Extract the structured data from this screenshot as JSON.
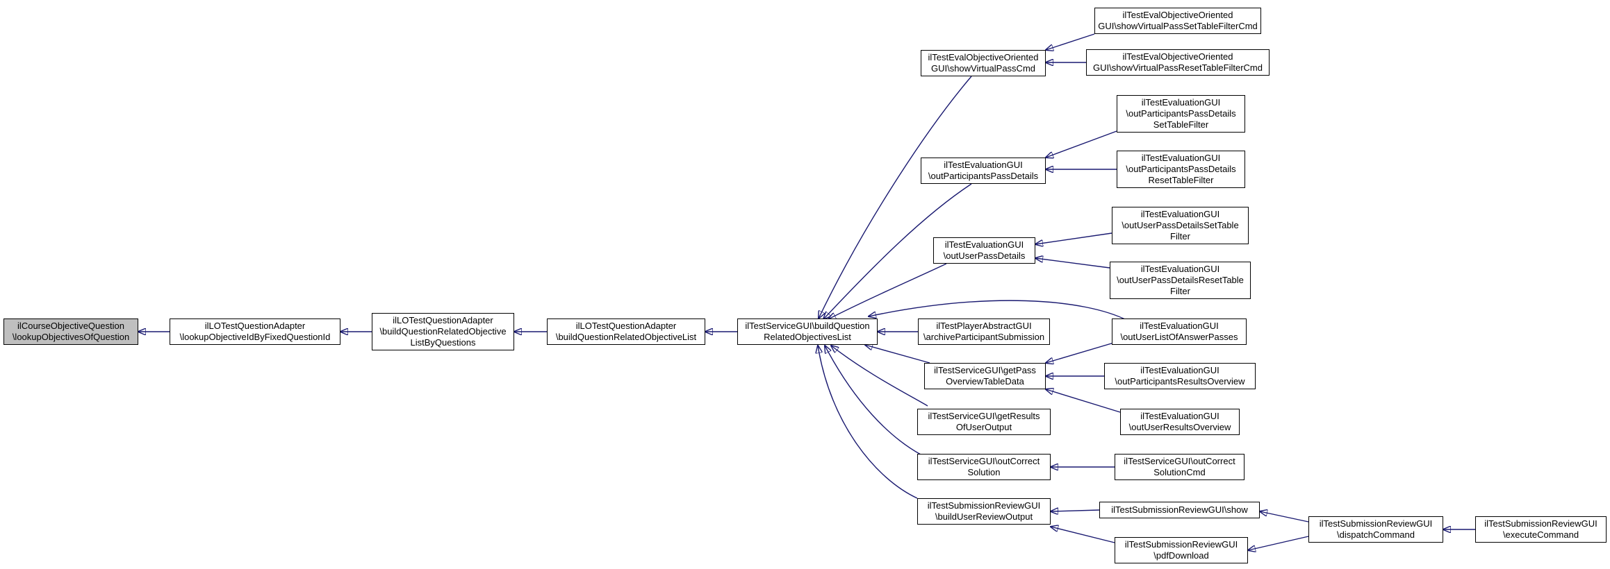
{
  "colors": {
    "edge": "#191970",
    "node_border": "#000000",
    "focus_fill": "#bfbfbf",
    "node_fill": "#ffffff"
  },
  "nodes": {
    "focus": "ilCourseObjectiveQuestion\n\\lookupObjectivesOfQuestion",
    "adapter_lookup": "ilLOTestQuestionAdapter\n\\lookupObjectiveIdByFixedQuestionId",
    "adapter_build_by_questions": "ilLOTestQuestionAdapter\n\\buildQuestionRelatedObjective\nListByQuestions",
    "adapter_build_list": "ilLOTestQuestionAdapter\n\\buildQuestionRelatedObjectiveList",
    "service_build": "ilTestServiceGUI\\buildQuestion\nRelatedObjectivesList",
    "eval_oo_show": "ilTestEvalObjectiveOriented\nGUI\\showVirtualPassCmd",
    "eval_oo_set": "ilTestEvalObjectiveOriented\nGUI\\showVirtualPassSetTableFilterCmd",
    "eval_oo_reset": "ilTestEvalObjectiveOriented\nGUI\\showVirtualPassResetTableFilterCmd",
    "eval_part_pass": "ilTestEvaluationGUI\n\\outParticipantsPassDetails",
    "eval_part_set": "ilTestEvaluationGUI\n\\outParticipantsPassDetails\nSetTableFilter",
    "eval_part_reset": "ilTestEvaluationGUI\n\\outParticipantsPassDetails\nResetTableFilter",
    "eval_user_pass": "ilTestEvaluationGUI\n\\outUserPassDetails",
    "eval_user_set": "ilTestEvaluationGUI\n\\outUserPassDetailsSetTable\nFilter",
    "eval_user_reset": "ilTestEvaluationGUI\n\\outUserPassDetailsResetTable\nFilter",
    "player_archive": "ilTestPlayerAbstractGUI\n\\archiveParticipantSubmission",
    "eval_list_answers": "ilTestEvaluationGUI\n\\outUserListOfAnswerPasses",
    "service_pass_overview": "ilTestServiceGUI\\getPass\nOverviewTableData",
    "eval_part_results": "ilTestEvaluationGUI\n\\outParticipantsResultsOverview",
    "eval_user_results": "ilTestEvaluationGUI\n\\outUserResultsOverview",
    "service_results_output": "ilTestServiceGUI\\getResults\nOfUserOutput",
    "service_correct": "ilTestServiceGUI\\outCorrect\nSolution",
    "service_correct_cmd": "ilTestServiceGUI\\outCorrect\nSolutionCmd",
    "review_build": "ilTestSubmissionReviewGUI\n\\buildUserReviewOutput",
    "review_show": "ilTestSubmissionReviewGUI\\show",
    "review_pdf": "ilTestSubmissionReviewGUI\n\\pdfDownload",
    "review_dispatch": "ilTestSubmissionReviewGUI\n\\dispatchCommand",
    "review_execute": "ilTestSubmissionReviewGUI\n\\executeCommand"
  }
}
